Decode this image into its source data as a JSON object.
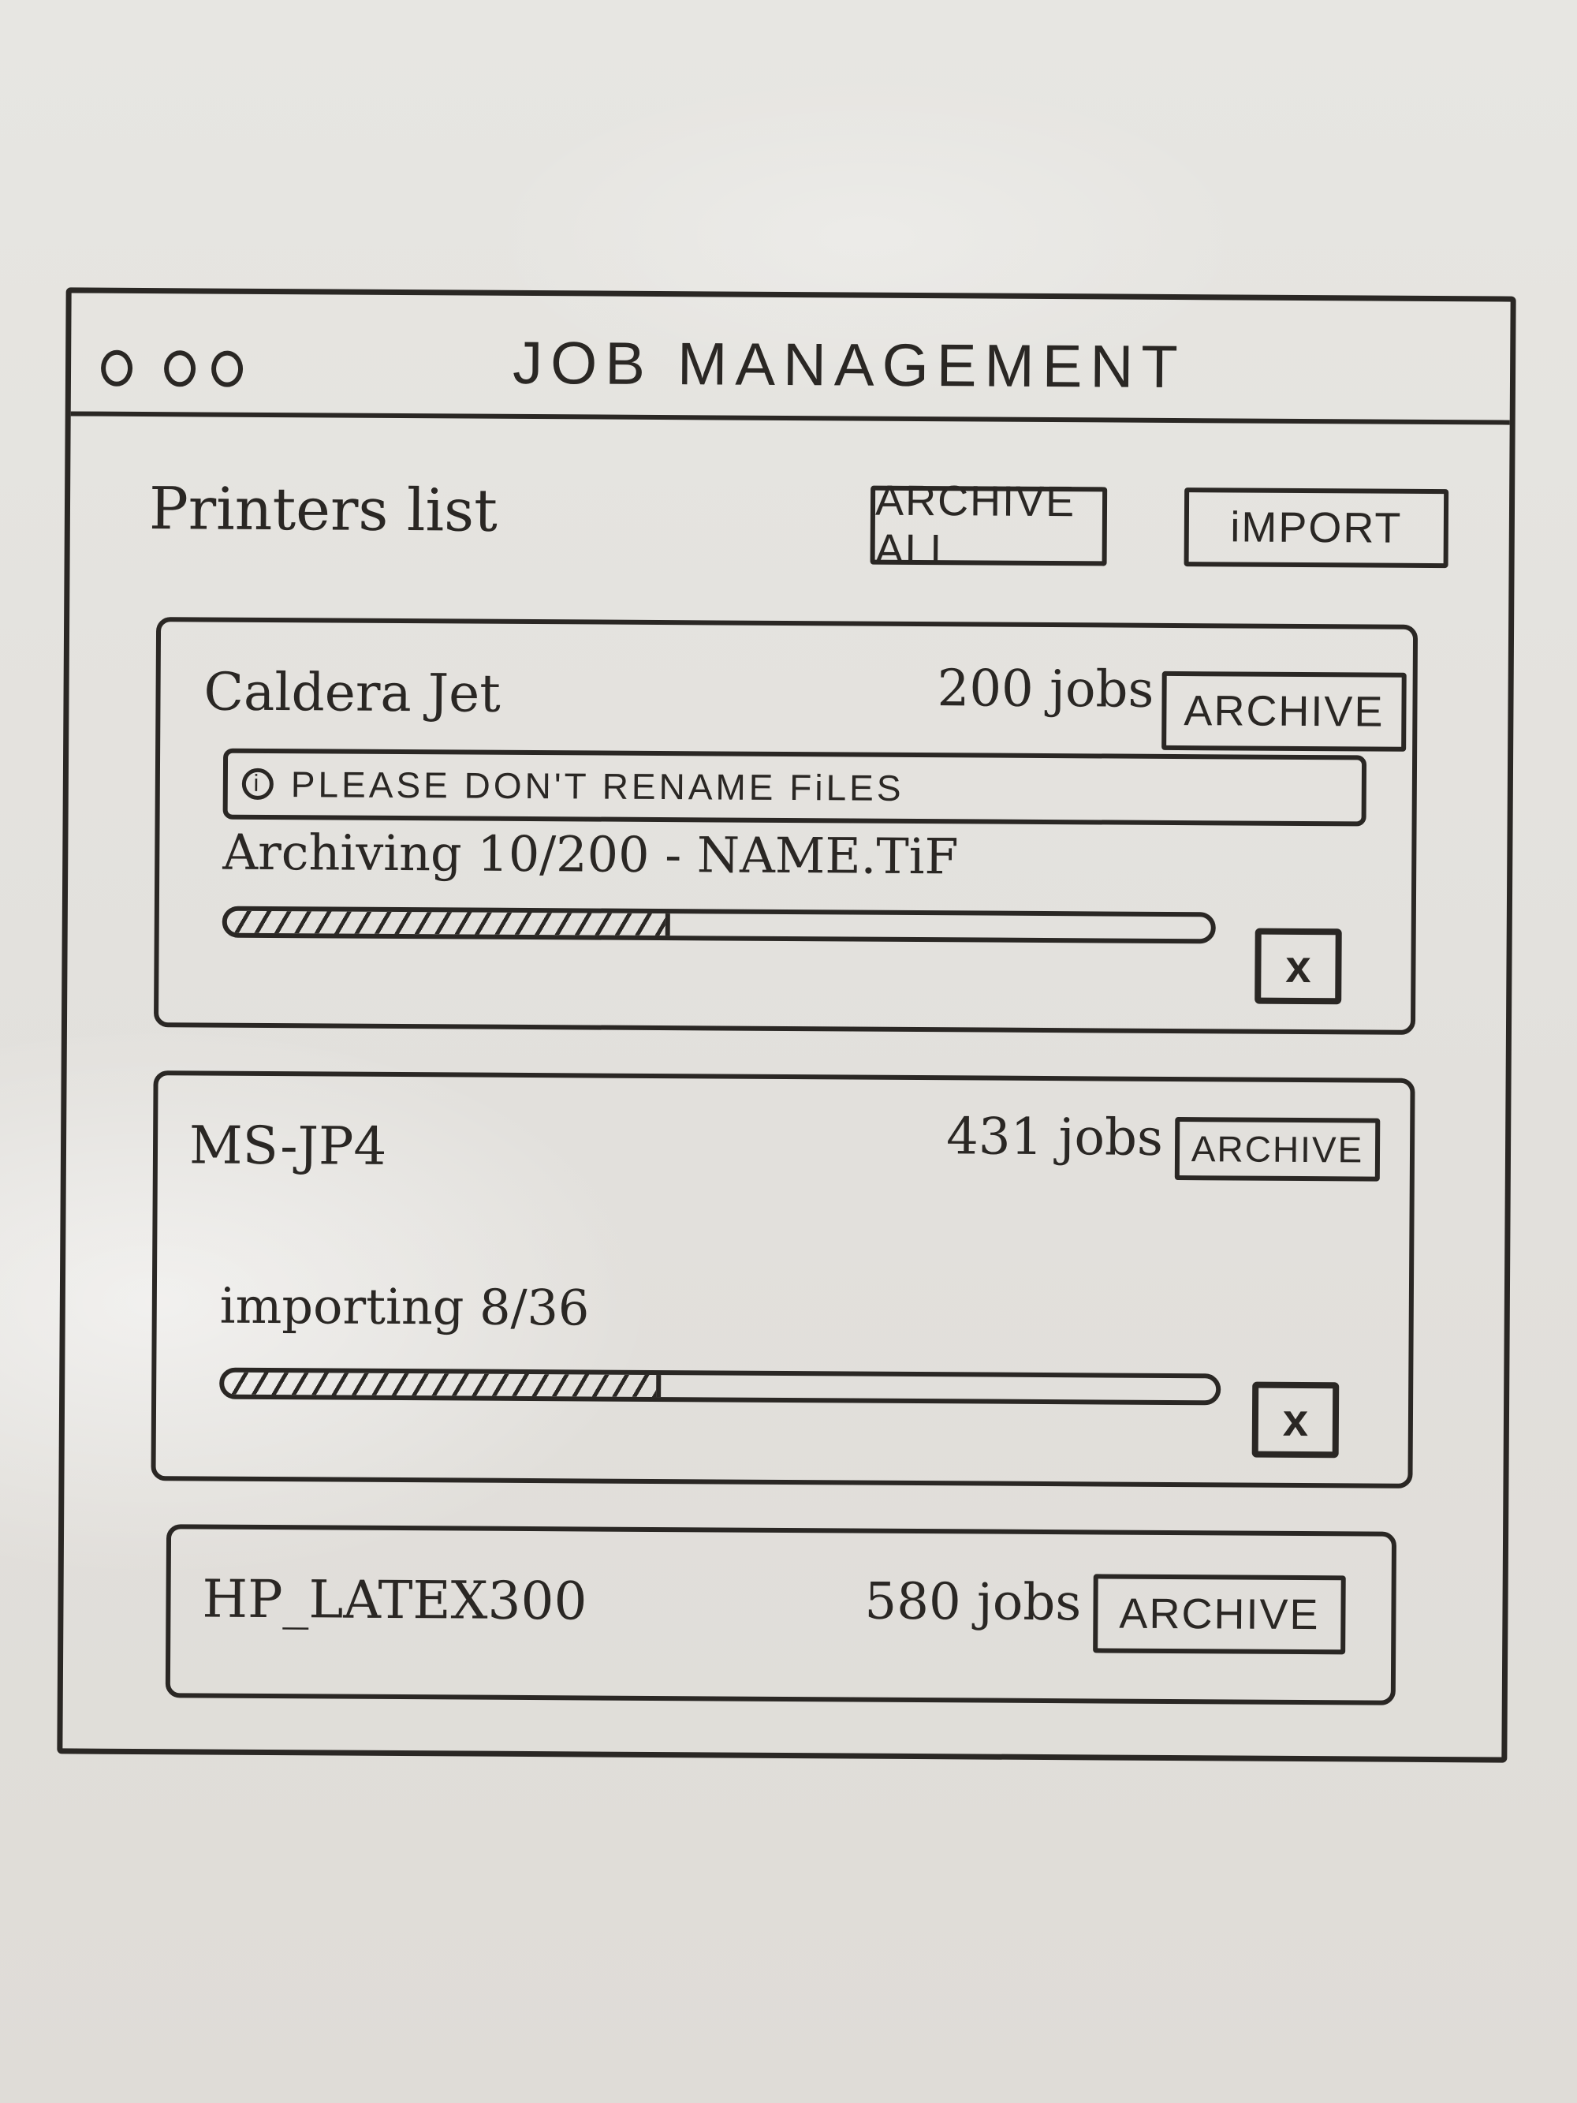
{
  "window": {
    "title": "JOB MANAGEMENT"
  },
  "header": {
    "title": "Printers list",
    "archive_all_label": "ARCHIVE ALL",
    "import_label": "iMPORT"
  },
  "printers": [
    {
      "name": "Caldera Jet",
      "jobs": "200 jobs",
      "archive_label": "ARCHIVE",
      "notice": "PLEASE DON'T RENAME FiLES",
      "status": "Archiving 10/200 - NAME.TiF",
      "progress": 0.45,
      "close_label": "x"
    },
    {
      "name": "MS-JP4",
      "jobs": "431 jobs",
      "archive_label": "ARCHIVE",
      "status": "importing 8/36",
      "progress": 0.44,
      "close_label": "x"
    },
    {
      "name": "HP_LATEX300",
      "jobs": "580 jobs",
      "archive_label": "ARCHIVE"
    }
  ],
  "icons": {
    "info": "i"
  }
}
